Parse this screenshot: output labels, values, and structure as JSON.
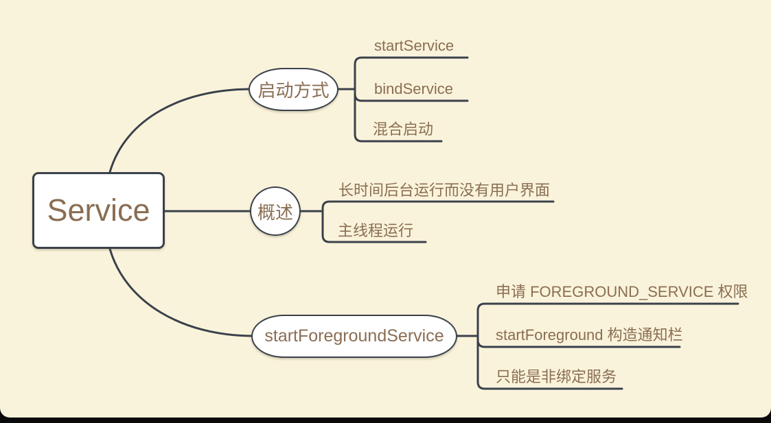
{
  "colors": {
    "background": "#faf3db",
    "frame": "#0a0a0a",
    "line": "#3a414b",
    "text": "#8a6e53",
    "node_fill": "#ffffff"
  },
  "root": {
    "label": "Service"
  },
  "branches": [
    {
      "label": "启动方式",
      "children": [
        {
          "label": "startService"
        },
        {
          "label": "bindService"
        },
        {
          "label": "混合启动"
        }
      ]
    },
    {
      "label": "概述",
      "children": [
        {
          "label": "长时间后台运行而没有用户界面"
        },
        {
          "label": "主线程运行"
        }
      ]
    },
    {
      "label": "startForegroundService",
      "children": [
        {
          "label": "申请 FOREGROUND_SERVICE 权限"
        },
        {
          "label": "startForeground 构造通知栏"
        },
        {
          "label": "只能是非绑定服务"
        }
      ]
    }
  ]
}
